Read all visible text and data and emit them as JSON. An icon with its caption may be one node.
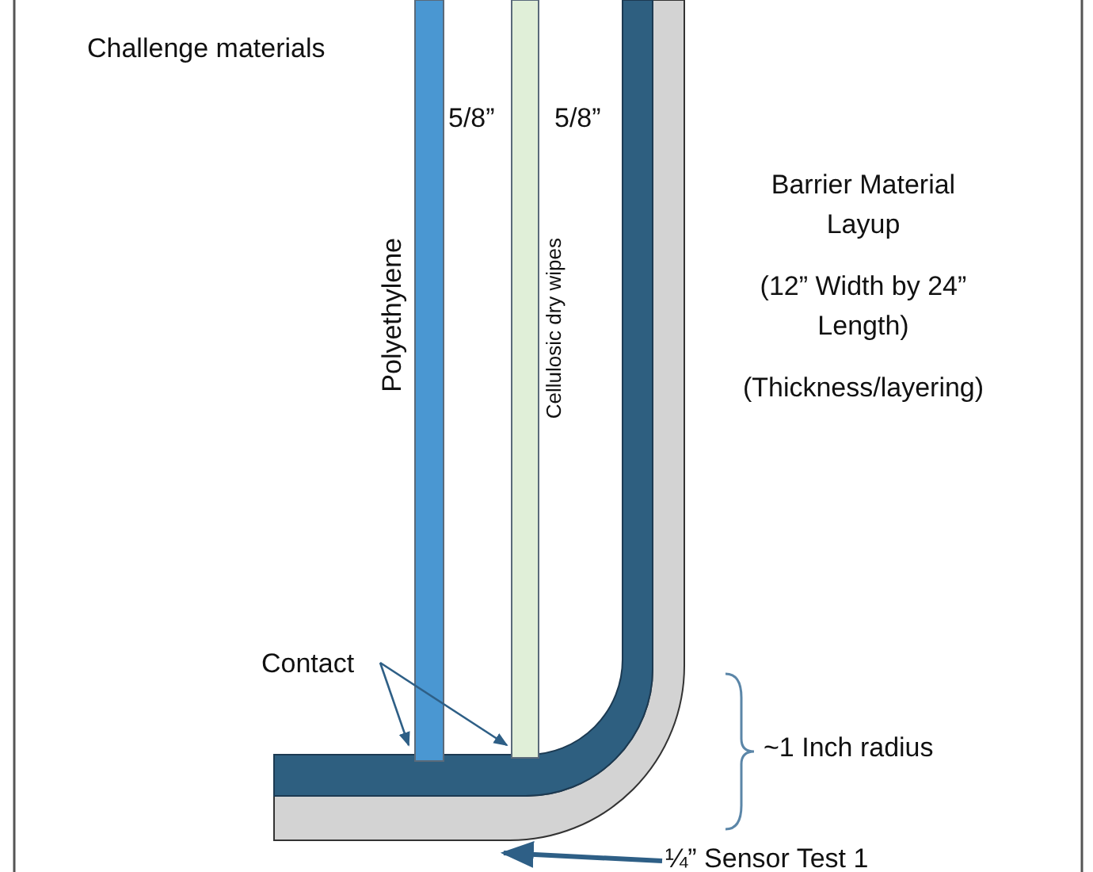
{
  "diagram": {
    "nodes": [
      {
        "text": [],
        "shape": "bar",
        "beside": [
          "Polyethylene"
        ]
      },
      {
        "text": [],
        "shape": "bar",
        "beside": [
          "Cellulosic dry wipes"
        ]
      },
      {
        "text": [
          "Contact"
        ]
      },
      {
        "text": [
          "¼” Sensor Test 1"
        ]
      }
    ],
    "edges": [
      {
        "from": 2,
        "to": 0,
        "arrow": "to"
      },
      {
        "from": 2,
        "to": 1,
        "arrow": "to"
      },
      {
        "from": 3,
        "to": null,
        "arrow": "to",
        "style": "thick"
      }
    ],
    "labels": [
      "Challenge materials",
      "5/8”",
      "5/8”",
      "Barrier Material Layup",
      "(12” Width by 24” Length)",
      "(Thickness/layering)",
      "~1 Inch radius"
    ]
  }
}
